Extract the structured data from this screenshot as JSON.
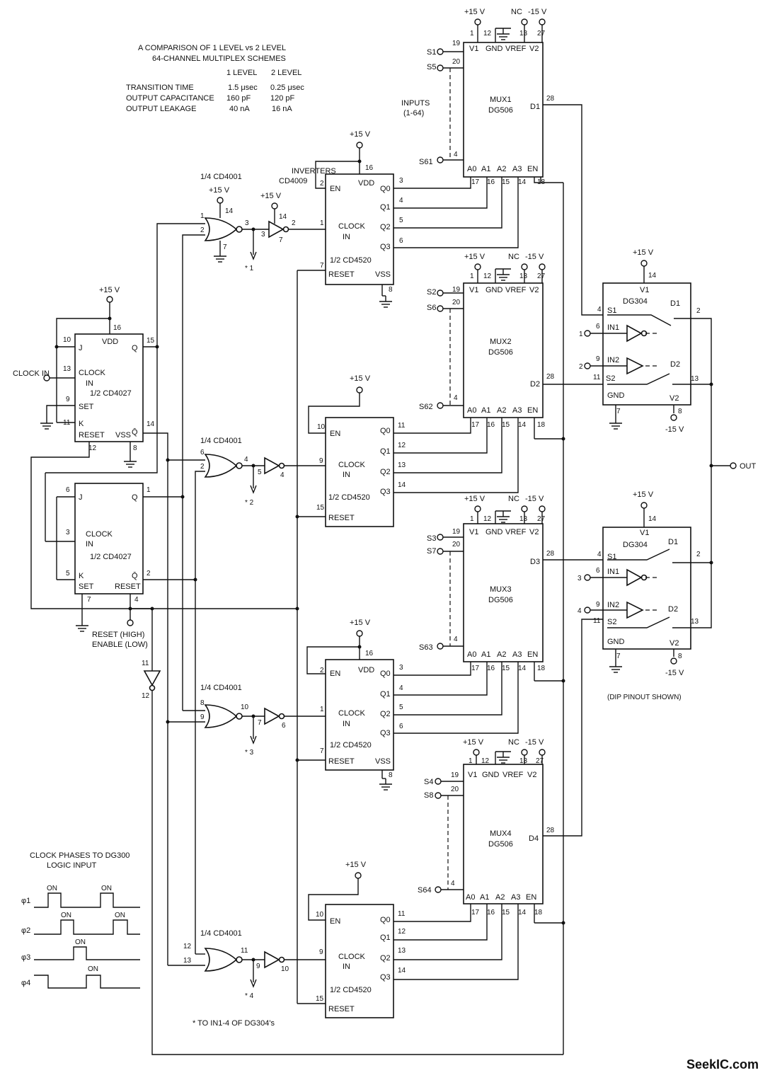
{
  "table": {
    "title1": "A COMPARISON OF 1 LEVEL vs 2 LEVEL",
    "title2": "64-CHANNEL MULTIPLEX SCHEMES",
    "col1": "1 LEVEL",
    "col2": "2 LEVEL",
    "rows": [
      {
        "label": "TRANSITION TIME",
        "v1": "1.5 μsec",
        "v2": "0.25 μsec"
      },
      {
        "label": "OUTPUT CAPACITANCE",
        "v1": "160 pF",
        "v2": "120 pF"
      },
      {
        "label": "OUTPUT LEAKAGE",
        "v1": "40 nA",
        "v2": "16 nA"
      }
    ]
  },
  "labels": {
    "plus15": "+15 V",
    "minus15": "-15 V",
    "nc": "NC",
    "inputs": "INPUTS",
    "inputs_range": "(1-64)",
    "inverters": "INVERTERS",
    "cd4009": "CD4009",
    "quarter_cd4001": "1/4 CD4001",
    "half_cd4520": "1/2 CD4520",
    "half_cd4027": "1/2 CD4027",
    "clock_in": "CLOCK IN",
    "reset_high": "RESET (HIGH)",
    "enable_low": "ENABLE (LOW)",
    "out": "OUT",
    "dip": "(DIP PINOUT SHOWN)",
    "note": "* TO IN1-4 OF DG304's",
    "phases1": "CLOCK PHASES TO DG300",
    "phases2": "LOGIC INPUT",
    "on": "ON",
    "watermark": "SeekIC.com"
  },
  "muxes": [
    {
      "name": "MUX1",
      "part": "DG506",
      "out": "D1",
      "s_a": "S1",
      "s_b": "S5",
      "s_c": "S61"
    },
    {
      "name": "MUX2",
      "part": "DG506",
      "out": "D2",
      "s_a": "S2",
      "s_b": "S6",
      "s_c": "S62"
    },
    {
      "name": "MUX3",
      "part": "DG506",
      "out": "D3",
      "s_a": "S3",
      "s_b": "S7",
      "s_c": "S63"
    },
    {
      "name": "MUX4",
      "part": "DG506",
      "out": "D4",
      "s_a": "S4",
      "s_b": "S8",
      "s_c": "S64"
    }
  ],
  "switches": [
    {
      "part": "DG304"
    },
    {
      "part": "DG304"
    }
  ],
  "phases": [
    "φ1",
    "φ2",
    "φ3",
    "φ4"
  ]
}
